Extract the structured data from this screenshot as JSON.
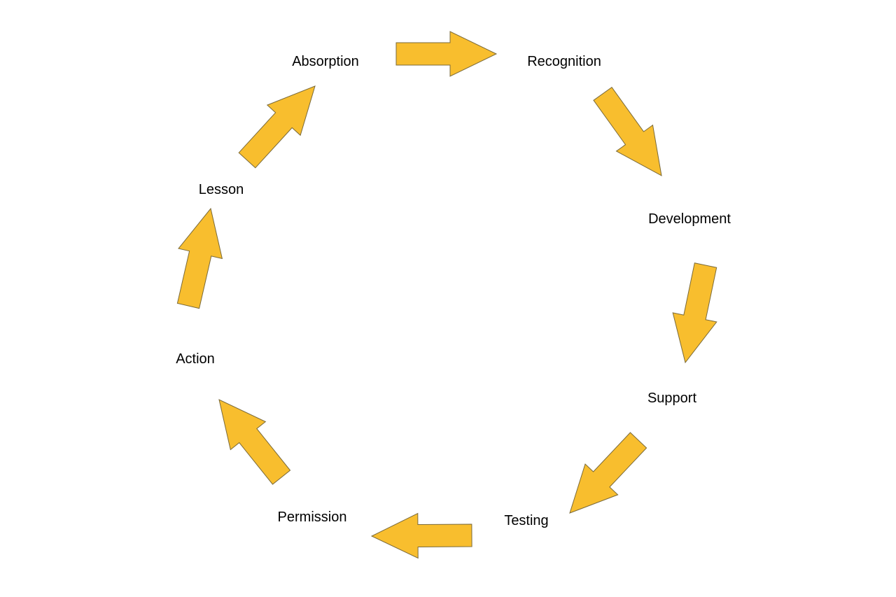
{
  "diagram": {
    "stages": [
      {
        "id": "absorption",
        "label": "Absorption"
      },
      {
        "id": "recognition",
        "label": "Recognition"
      },
      {
        "id": "development",
        "label": "Development"
      },
      {
        "id": "support",
        "label": "Support"
      },
      {
        "id": "testing",
        "label": "Testing"
      },
      {
        "id": "permission",
        "label": "Permission"
      },
      {
        "id": "action",
        "label": "Action"
      },
      {
        "id": "lesson",
        "label": "Lesson"
      }
    ],
    "arrow_fill": "#F8BE2E",
    "arrow_stroke": "#7A6A3A",
    "label_color": "#000000"
  }
}
